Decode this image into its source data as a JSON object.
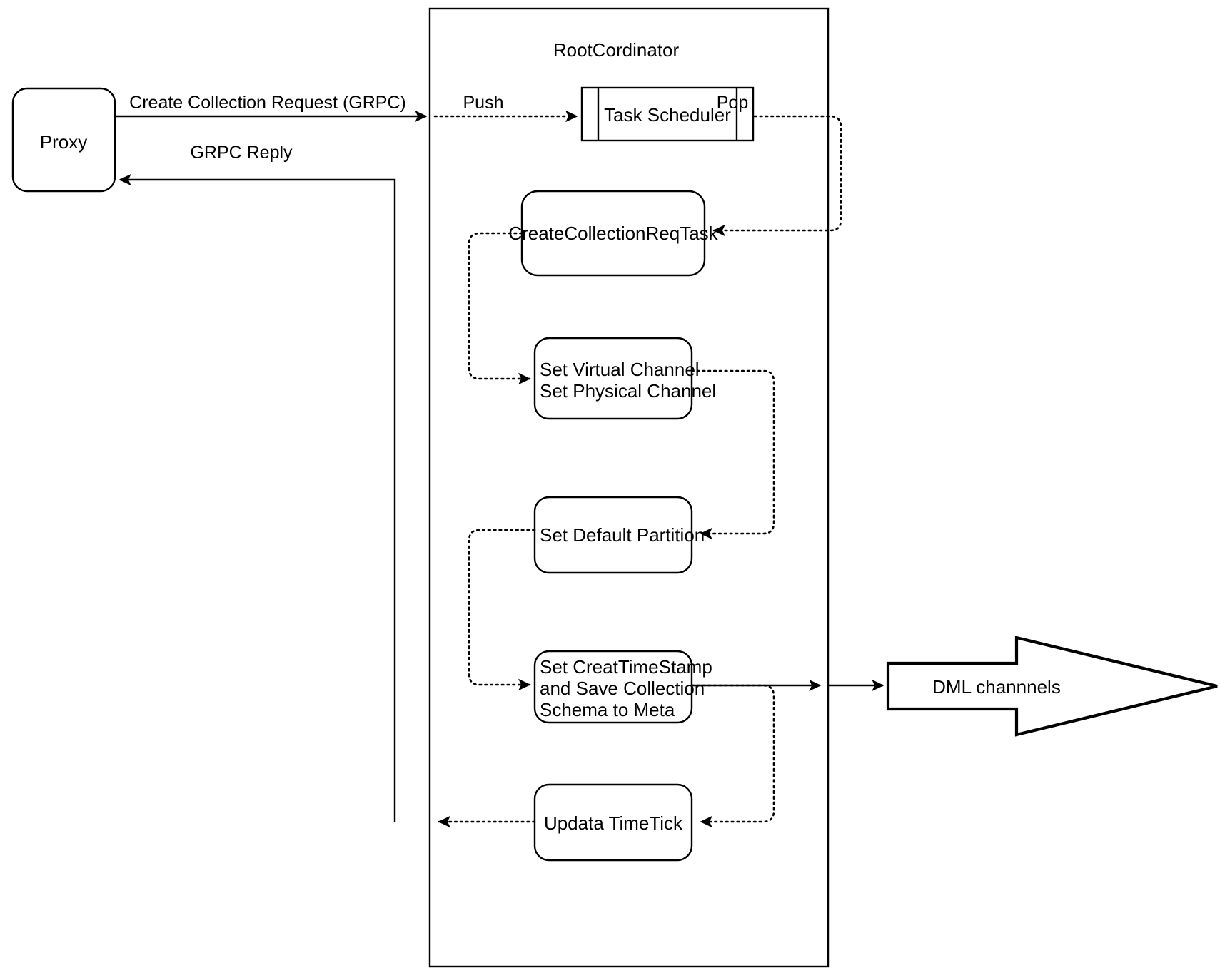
{
  "diagram": {
    "title_node": "RootCordinator",
    "nodes": {
      "proxy": {
        "label": "Proxy",
        "shape": "rounded-rect"
      },
      "task_scheduler": {
        "label": "Task Scheduler",
        "shape": "queue-rect"
      },
      "create_collection_req_task": {
        "label": "CreateCollectionReqTask",
        "shape": "rounded-rect"
      },
      "set_channels": {
        "lines": [
          "Set Virtual Channel",
          "Set Physical Channel"
        ],
        "shape": "rounded-rect"
      },
      "set_default_partition": {
        "label": "Set Default Partition",
        "shape": "rounded-rect"
      },
      "set_timestamp": {
        "lines": [
          "Set CreatTimeStamp",
          "and Save Collection",
          "Schema to Meta"
        ],
        "shape": "rounded-rect"
      },
      "update_timetick": {
        "label": "Updata TimeTick",
        "shape": "rounded-rect"
      },
      "dml_channels": {
        "label": "DML channnels",
        "shape": "block-arrow-right"
      }
    },
    "edges": [
      {
        "id": "create-collection-request",
        "label": "Create Collection Request (GRPC)",
        "style": "solid",
        "from": "proxy",
        "to": "rootcordinator-boundary"
      },
      {
        "id": "grpc-reply",
        "label": "GRPC Reply",
        "style": "solid",
        "from": "update-timetick-path",
        "to": "proxy"
      },
      {
        "id": "push",
        "label": "Push",
        "style": "dotted",
        "from": "rootcordinator-boundary",
        "to": "task_scheduler"
      },
      {
        "id": "pop",
        "label": "Pop",
        "style": "dotted",
        "from": "task_scheduler",
        "to": "create_collection_req_task"
      },
      {
        "id": "task-to-channels",
        "label": "",
        "style": "dotted",
        "from": "create_collection_req_task",
        "to": "set_channels"
      },
      {
        "id": "channels-to-partition",
        "label": "",
        "style": "dotted",
        "from": "set_channels",
        "to": "set_default_partition"
      },
      {
        "id": "partition-to-timestamp",
        "label": "",
        "style": "dotted",
        "from": "set_default_partition",
        "to": "set_timestamp"
      },
      {
        "id": "timestamp-to-dml",
        "label": "",
        "style": "solid",
        "from": "set_timestamp",
        "to": "dml_channels"
      },
      {
        "id": "timestamp-to-timetick",
        "label": "",
        "style": "dotted",
        "from": "set_timestamp",
        "to": "update_timetick"
      },
      {
        "id": "timetick-to-reply",
        "label": "",
        "style": "dotted",
        "from": "update_timetick",
        "to": "grpc-reply-path"
      }
    ],
    "colors": {
      "stroke": "#000000",
      "fill": "#ffffff",
      "background": "#ffffff"
    }
  }
}
